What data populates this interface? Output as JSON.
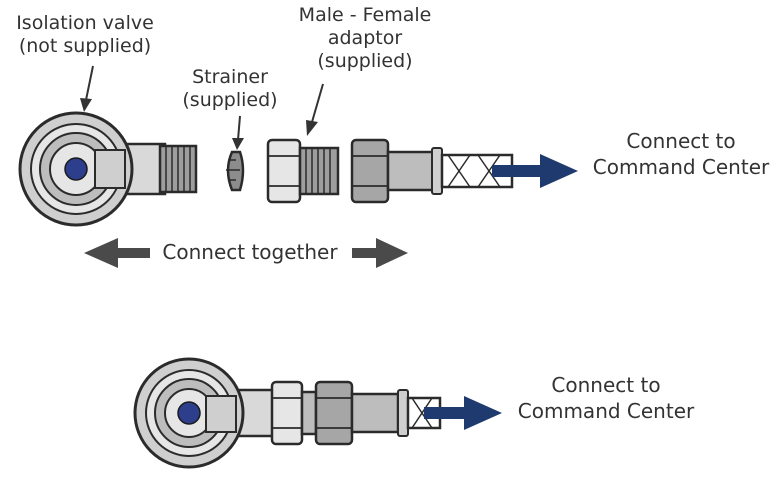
{
  "labels": {
    "isolation_valve": [
      "Isolation valve",
      "(not supplied)"
    ],
    "strainer": [
      "Strainer",
      "(supplied)"
    ],
    "adaptor": [
      "Male - Female",
      "adaptor",
      "(supplied)"
    ],
    "connect_together": "Connect together",
    "connect_top": [
      "Connect to",
      "Command Center"
    ],
    "connect_bottom": [
      "Connect to",
      "Command Center"
    ]
  },
  "colors": {
    "outline": "#2b2b2b",
    "metal_light": "#d9d9d9",
    "metal_mid": "#b3b3b3",
    "metal_dark": "#8c8c8c",
    "blue_dot": "#2d3f8c",
    "arrow_blue": "#1f3a6e",
    "arrow_gray": "#4a4a4a",
    "text": "#333333"
  }
}
